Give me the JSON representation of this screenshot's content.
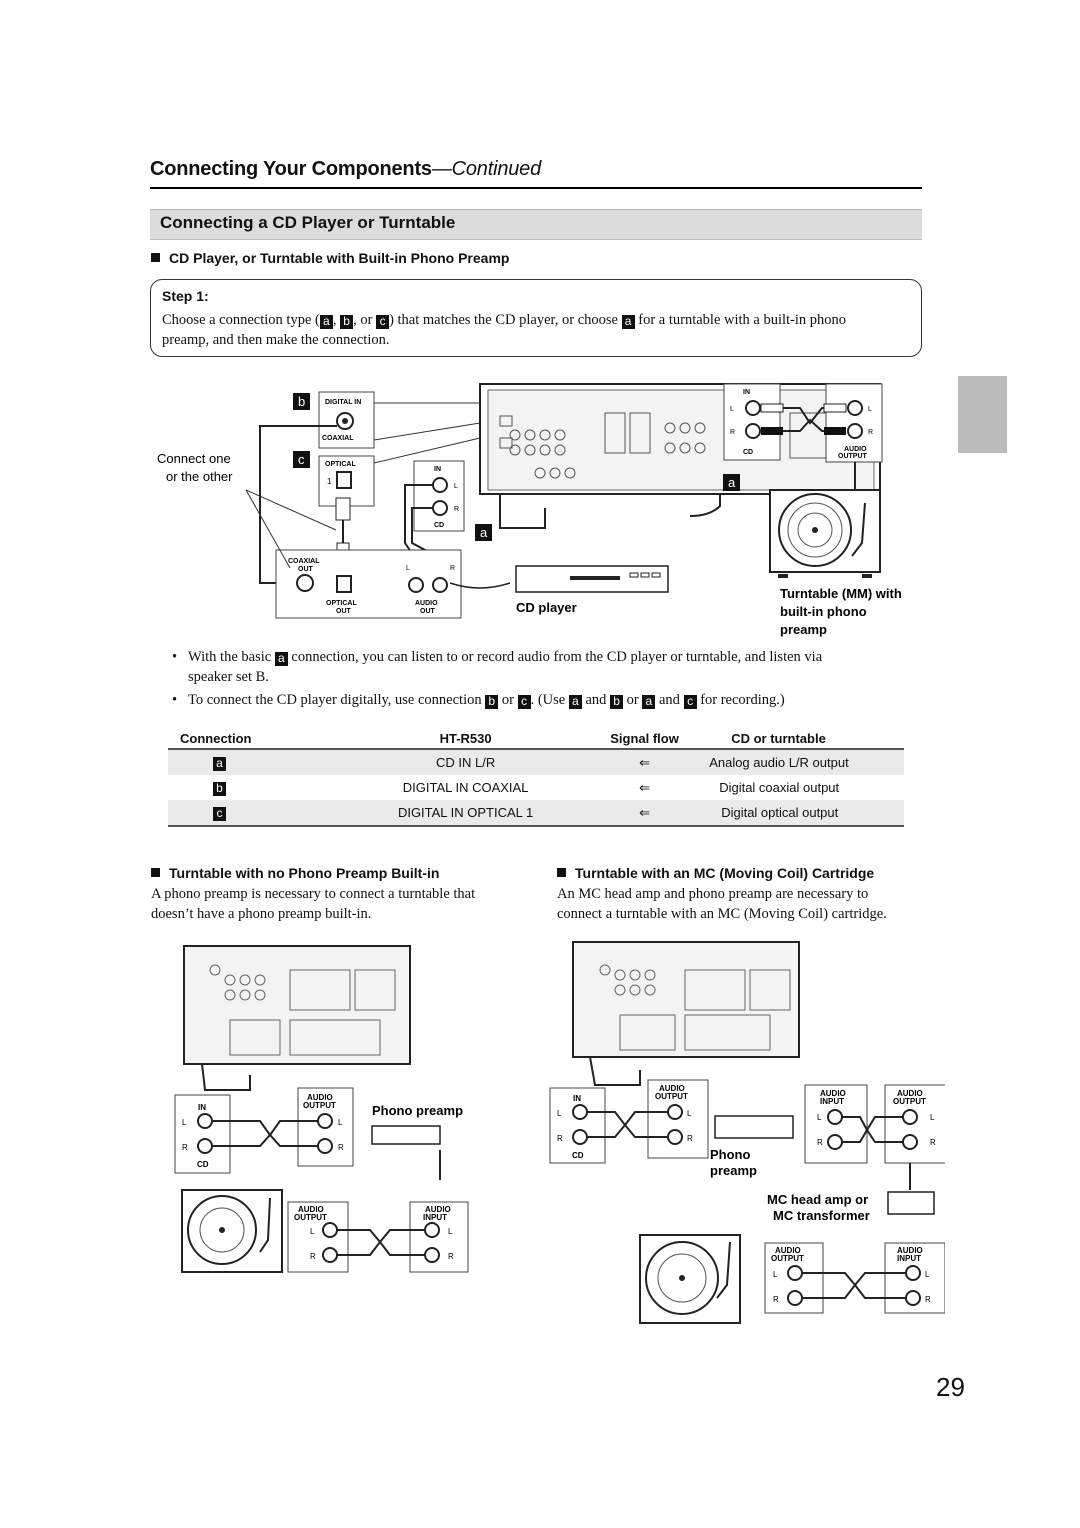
{
  "header": {
    "title": "Connecting Your Components",
    "title_suffix": "—Continued"
  },
  "section": {
    "title": "Connecting a CD Player or Turntable"
  },
  "subsection1": {
    "title": "CD Player, or Turntable with Built-in Phono Preamp"
  },
  "step": {
    "title": "Step 1:",
    "t1": "Choose a connection type (",
    "t2": ", ",
    "t3": ", or ",
    "t4": ") that matches the CD player, or choose ",
    "t5": " for a turntable with a built-in phono",
    "t6": "preamp, and then make the connection."
  },
  "keys": {
    "a": "a",
    "b": "b",
    "c": "c"
  },
  "diagram1": {
    "connect_one_1": "Connect one",
    "connect_one_2": "or the other",
    "digital_in": "DIGITAL IN",
    "coaxial": "COAXIAL",
    "optical": "OPTICAL",
    "one": "1",
    "in": "IN",
    "l": "L",
    "r": "R",
    "cd": "CD",
    "coaxial_out_1": "COAXIAL",
    "coaxial_out_2": "OUT",
    "optical_out_1": "OPTICAL",
    "optical_out_2": "OUT",
    "audio_out_1": "AUDIO",
    "audio_out_2": "OUT",
    "audio_output_1": "AUDIO",
    "audio_output_2": "OUTPUT",
    "cd_player": "CD player",
    "turntable_1": "Turntable (MM) with",
    "turntable_2": "built-in phono",
    "turntable_3": "preamp"
  },
  "bullets": {
    "b1_pre": "With the basic ",
    "b1_post": " connection, you can listen to or record audio from the CD player or turntable, and listen via",
    "b1_line2": "speaker set B.",
    "b2_1": "To connect the CD player digitally, use connection ",
    "b2_2": " or ",
    "b2_3": ". (Use ",
    "b2_4": " and ",
    "b2_5": " or ",
    "b2_6": " and ",
    "b2_7": " for recording.)"
  },
  "table": {
    "headers": [
      "Connection",
      "HT-R530",
      "Signal flow",
      "CD or turntable"
    ],
    "rows": [
      {
        "key": "a",
        "input": "CD IN L/R",
        "flow": "⇐",
        "output": "Analog audio L/R output"
      },
      {
        "key": "b",
        "input": "DIGITAL IN COAXIAL",
        "flow": "⇐",
        "output": "Digital coaxial output"
      },
      {
        "key": "c",
        "input": "DIGITAL IN OPTICAL 1",
        "flow": "⇐",
        "output": "Digital optical output"
      }
    ]
  },
  "no_preamp": {
    "title": "Turntable with no Phono Preamp Built-in",
    "text1": "A phono preamp is necessary to connect a turntable that",
    "text2": "doesn’t have a phono preamp built-in.",
    "phono_preamp": "Phono preamp",
    "in": "IN",
    "l": "L",
    "r": "R",
    "cd": "CD",
    "audio": "AUDIO",
    "output": "OUTPUT",
    "input": "INPUT"
  },
  "mc": {
    "title": "Turntable with an MC (Moving Coil) Cartridge",
    "text1": "An MC head amp and phono preamp are necessary to",
    "text2": "connect a turntable with an MC (Moving Coil) cartridge.",
    "phono_1": "Phono",
    "phono_2": "preamp",
    "mc_amp_1": "MC head amp or",
    "mc_amp_2": "MC transformer"
  },
  "page_number": "29"
}
